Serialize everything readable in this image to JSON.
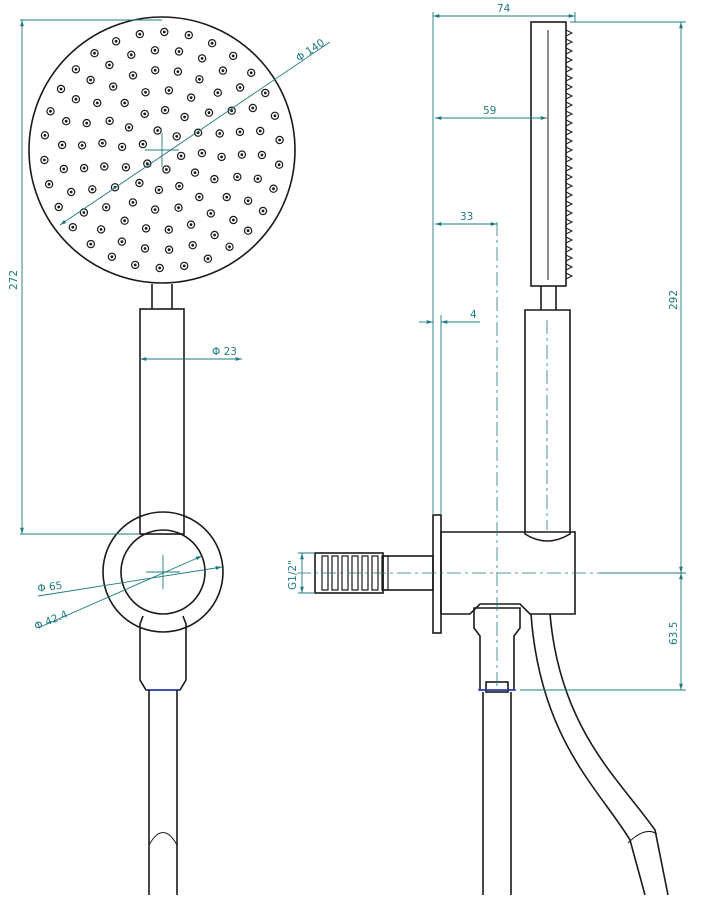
{
  "colors": {
    "line": "#1a1a1a",
    "dimension": "#1f7a80",
    "accent": "#2a3fbf",
    "background": "#ffffff"
  },
  "dimensions": {
    "head_diameter": "Φ 140",
    "handle_diameter": "Φ 23",
    "overall_height_front": "272",
    "holder_diameter_outer": "Φ 65",
    "holder_diameter_inner": "Φ 42.4",
    "total_depth": "74",
    "depth_59": "59",
    "depth_33": "33",
    "plate_thickness": "4",
    "overall_height_side": "292",
    "outlet_offset": "63.5",
    "thread": "G1/2\""
  }
}
